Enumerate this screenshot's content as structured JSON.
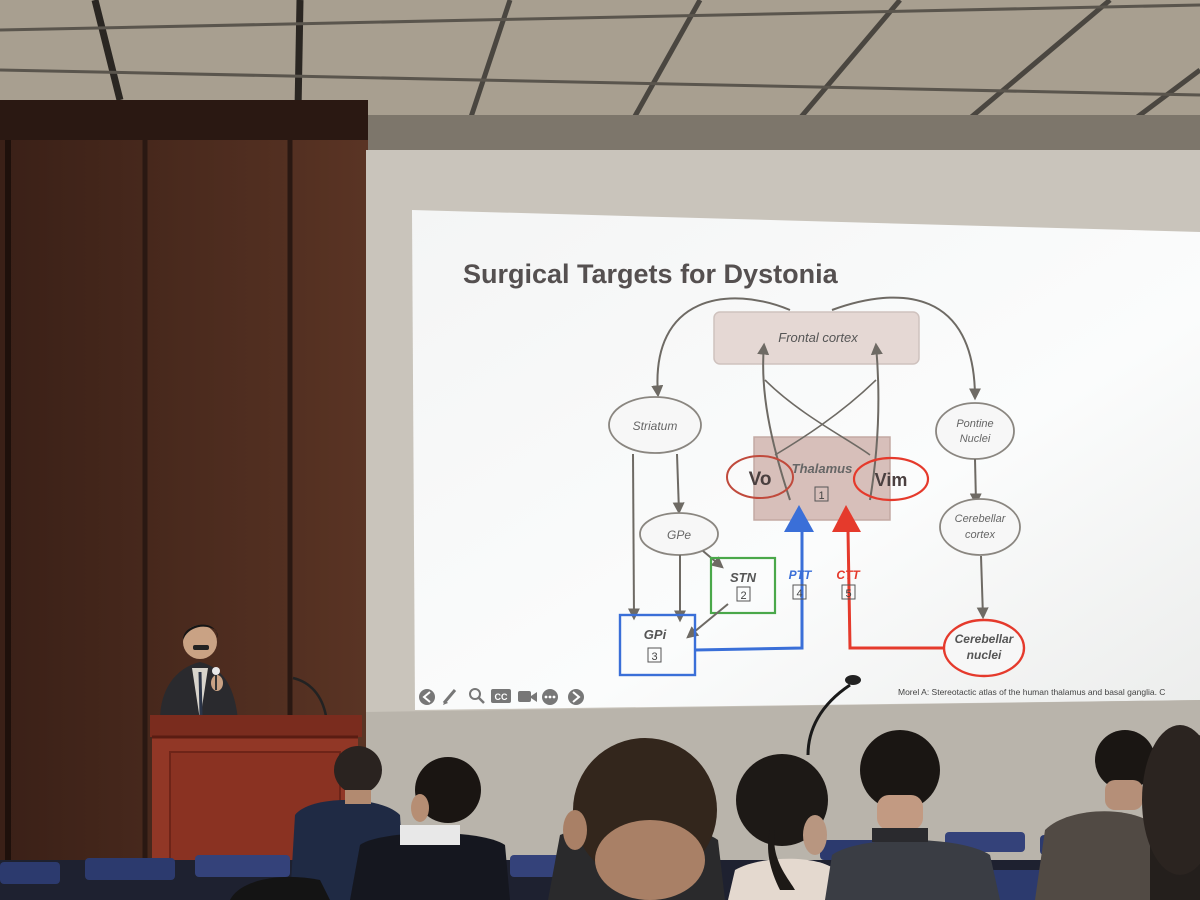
{
  "slide": {
    "title": "Surgical Targets for Dystonia",
    "nodes": {
      "frontal_cortex": "Frontal cortex",
      "striatum": "Striatum",
      "pontine_nuclei_line1": "Pontine",
      "pontine_nuclei_line2": "Nuclei",
      "thalamus": "Thalamus",
      "thalamus_num": "1",
      "vo": "Vo",
      "vim": "Vim",
      "gpe": "GPe",
      "stn": "STN",
      "stn_num": "2",
      "gpi": "GPi",
      "gpi_num": "3",
      "ptt": "PTT",
      "ptt_num": "4",
      "ctt": "CTT",
      "ctt_num": "5",
      "cerebellar_cortex_line1": "Cerebellar",
      "cerebellar_cortex_line2": "cortex",
      "cerebellar_nuclei_line1": "Cerebellar",
      "cerebellar_nuclei_line2": "nuclei"
    },
    "citation": "Morel A: Stereotactic atlas of the human thalamus and basal ganglia. C",
    "toolbar_icons": [
      "arrow-left-icon",
      "pen-icon",
      "magnifier-icon",
      "cc-icon",
      "video-camera-icon",
      "more-icon",
      "arrow-right-icon"
    ],
    "toolbar_cc_text": "CC"
  },
  "colors": {
    "ptt_blue": "#3a6fd8",
    "ctt_red": "#e53a2c",
    "stn_green": "#4aa84a",
    "gpi_blue": "#3a6fd8",
    "arrow_gray": "#6e6a64"
  }
}
